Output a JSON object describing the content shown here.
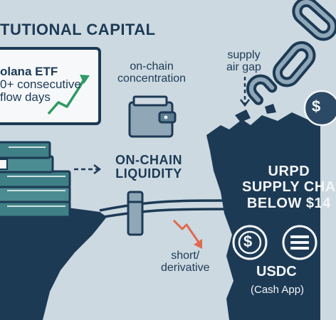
{
  "header": {
    "title": "TUTIONAL CAPITAL"
  },
  "etf_card": {
    "line1": "olana ETF",
    "line2": "0+ consecutive",
    "line3": "flow days"
  },
  "labels": {
    "onchain_concentration": "on-chain\nconcentration",
    "supply_air_gap": "supply\nair gap",
    "onchain_liquidity": "ON-CHAIN\nLIQUIDITY",
    "urpd": "URPD\nSUPPLY CHA\nBELOW $14",
    "short_derivative": "short/\nderivative",
    "usdc": "USDC",
    "cash_app": "(Cash App)",
    "dollar_coin_glyph": "$"
  },
  "colors": {
    "background": "#ccd9e1",
    "navy": "#1d3a55",
    "teal_cash": "#2f6670",
    "arrow_red": "#e06a4e",
    "chart_green": "#2f9a63"
  },
  "icons": [
    "trend-up-icon",
    "wallet-icon",
    "money-stack-icon",
    "chain-icon",
    "dollar-coin-icon",
    "solana-coin-icon",
    "arrow-right-icon",
    "arrow-down-icon",
    "trend-down-arrow-icon"
  ]
}
